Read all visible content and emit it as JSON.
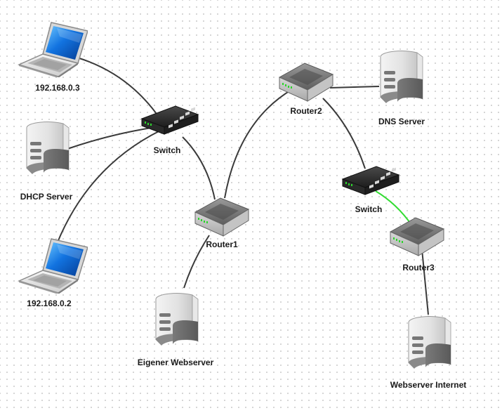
{
  "nodes": {
    "laptop1": {
      "label": "192.168.0.3",
      "kind": "laptop-icon"
    },
    "dhcp": {
      "label": "DHCP Server",
      "kind": "server-icon"
    },
    "laptop2": {
      "label": "192.168.0.2",
      "kind": "laptop-icon"
    },
    "switch1": {
      "label": "Switch",
      "kind": "switch-icon"
    },
    "router1": {
      "label": "Router1",
      "kind": "router-icon"
    },
    "webserver": {
      "label": "Eigener Webserver",
      "kind": "server-icon"
    },
    "router2": {
      "label": "Router2",
      "kind": "router-icon"
    },
    "dns": {
      "label": "DNS Server",
      "kind": "server-icon"
    },
    "switch2": {
      "label": "Switch",
      "kind": "switch-icon"
    },
    "router3": {
      "label": "Router3",
      "kind": "router-icon"
    },
    "webinternet": {
      "label": "Webserver Internet",
      "kind": "server-icon"
    }
  },
  "links": [
    {
      "from": "laptop1",
      "to": "switch1"
    },
    {
      "from": "dhcp",
      "to": "switch1"
    },
    {
      "from": "laptop2",
      "to": "switch1"
    },
    {
      "from": "switch1",
      "to": "router1"
    },
    {
      "from": "router1",
      "to": "webserver"
    },
    {
      "from": "router1",
      "to": "router2"
    },
    {
      "from": "router2",
      "to": "dns"
    },
    {
      "from": "router2",
      "to": "switch2"
    },
    {
      "from": "switch2",
      "to": "router3",
      "highlight": true
    },
    {
      "from": "router3",
      "to": "webinternet"
    }
  ],
  "colors": {
    "link": "#3a3a3a",
    "link_highlight": "#33dd33",
    "label": "#1a1a1a"
  }
}
